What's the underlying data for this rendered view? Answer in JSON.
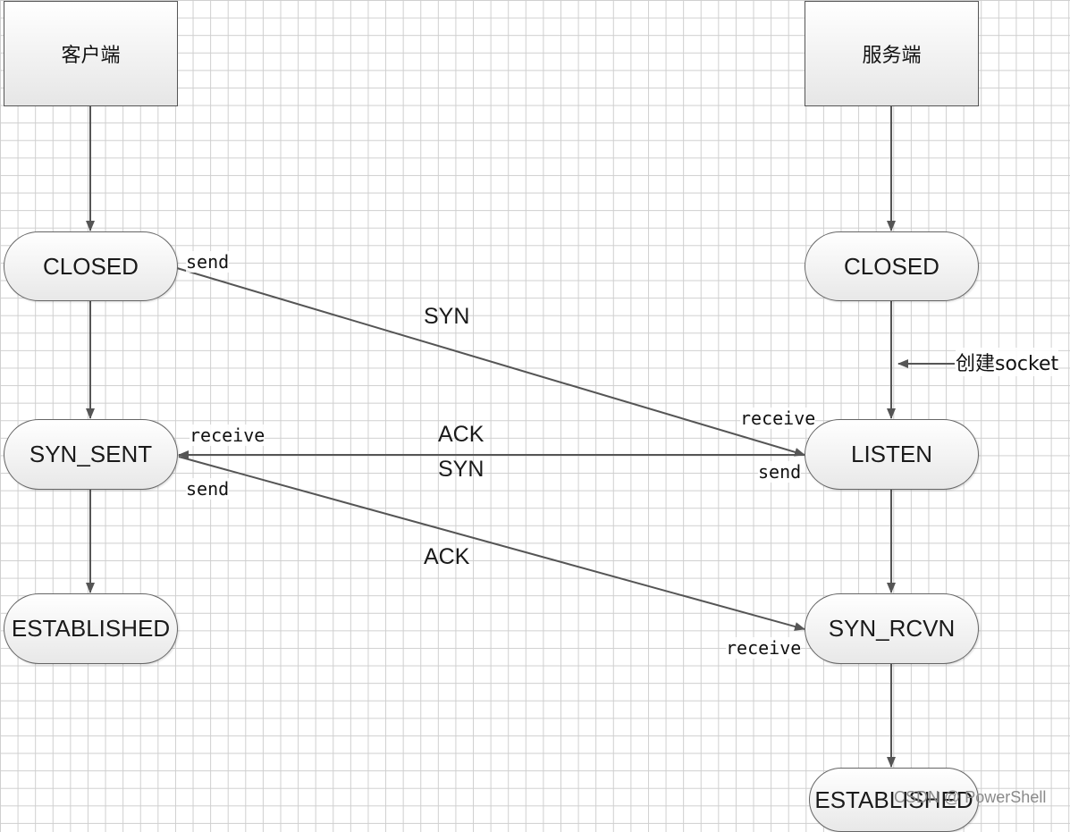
{
  "client": {
    "title": "客户端",
    "states": [
      "CLOSED",
      "SYN_SENT",
      "ESTABLISHED"
    ]
  },
  "server": {
    "title": "服务端",
    "states": [
      "CLOSED",
      "LISTEN",
      "SYN_RCVN",
      "ESTABLISHED"
    ],
    "create_socket_label": "创建socket"
  },
  "messages": {
    "syn_1": "SYN",
    "ack_2": "ACK",
    "syn_2": "SYN",
    "ack_3": "ACK"
  },
  "event_labels": {
    "client_send_1": "send",
    "server_receive_1": "receive",
    "server_send_2": "send",
    "client_receive_2": "receive",
    "client_send_3": "send",
    "server_receive_3": "receive"
  },
  "colors": {
    "arrow": "#555555",
    "grid": "#cfcfcf"
  },
  "watermark": "CSDN @ PowerShell"
}
